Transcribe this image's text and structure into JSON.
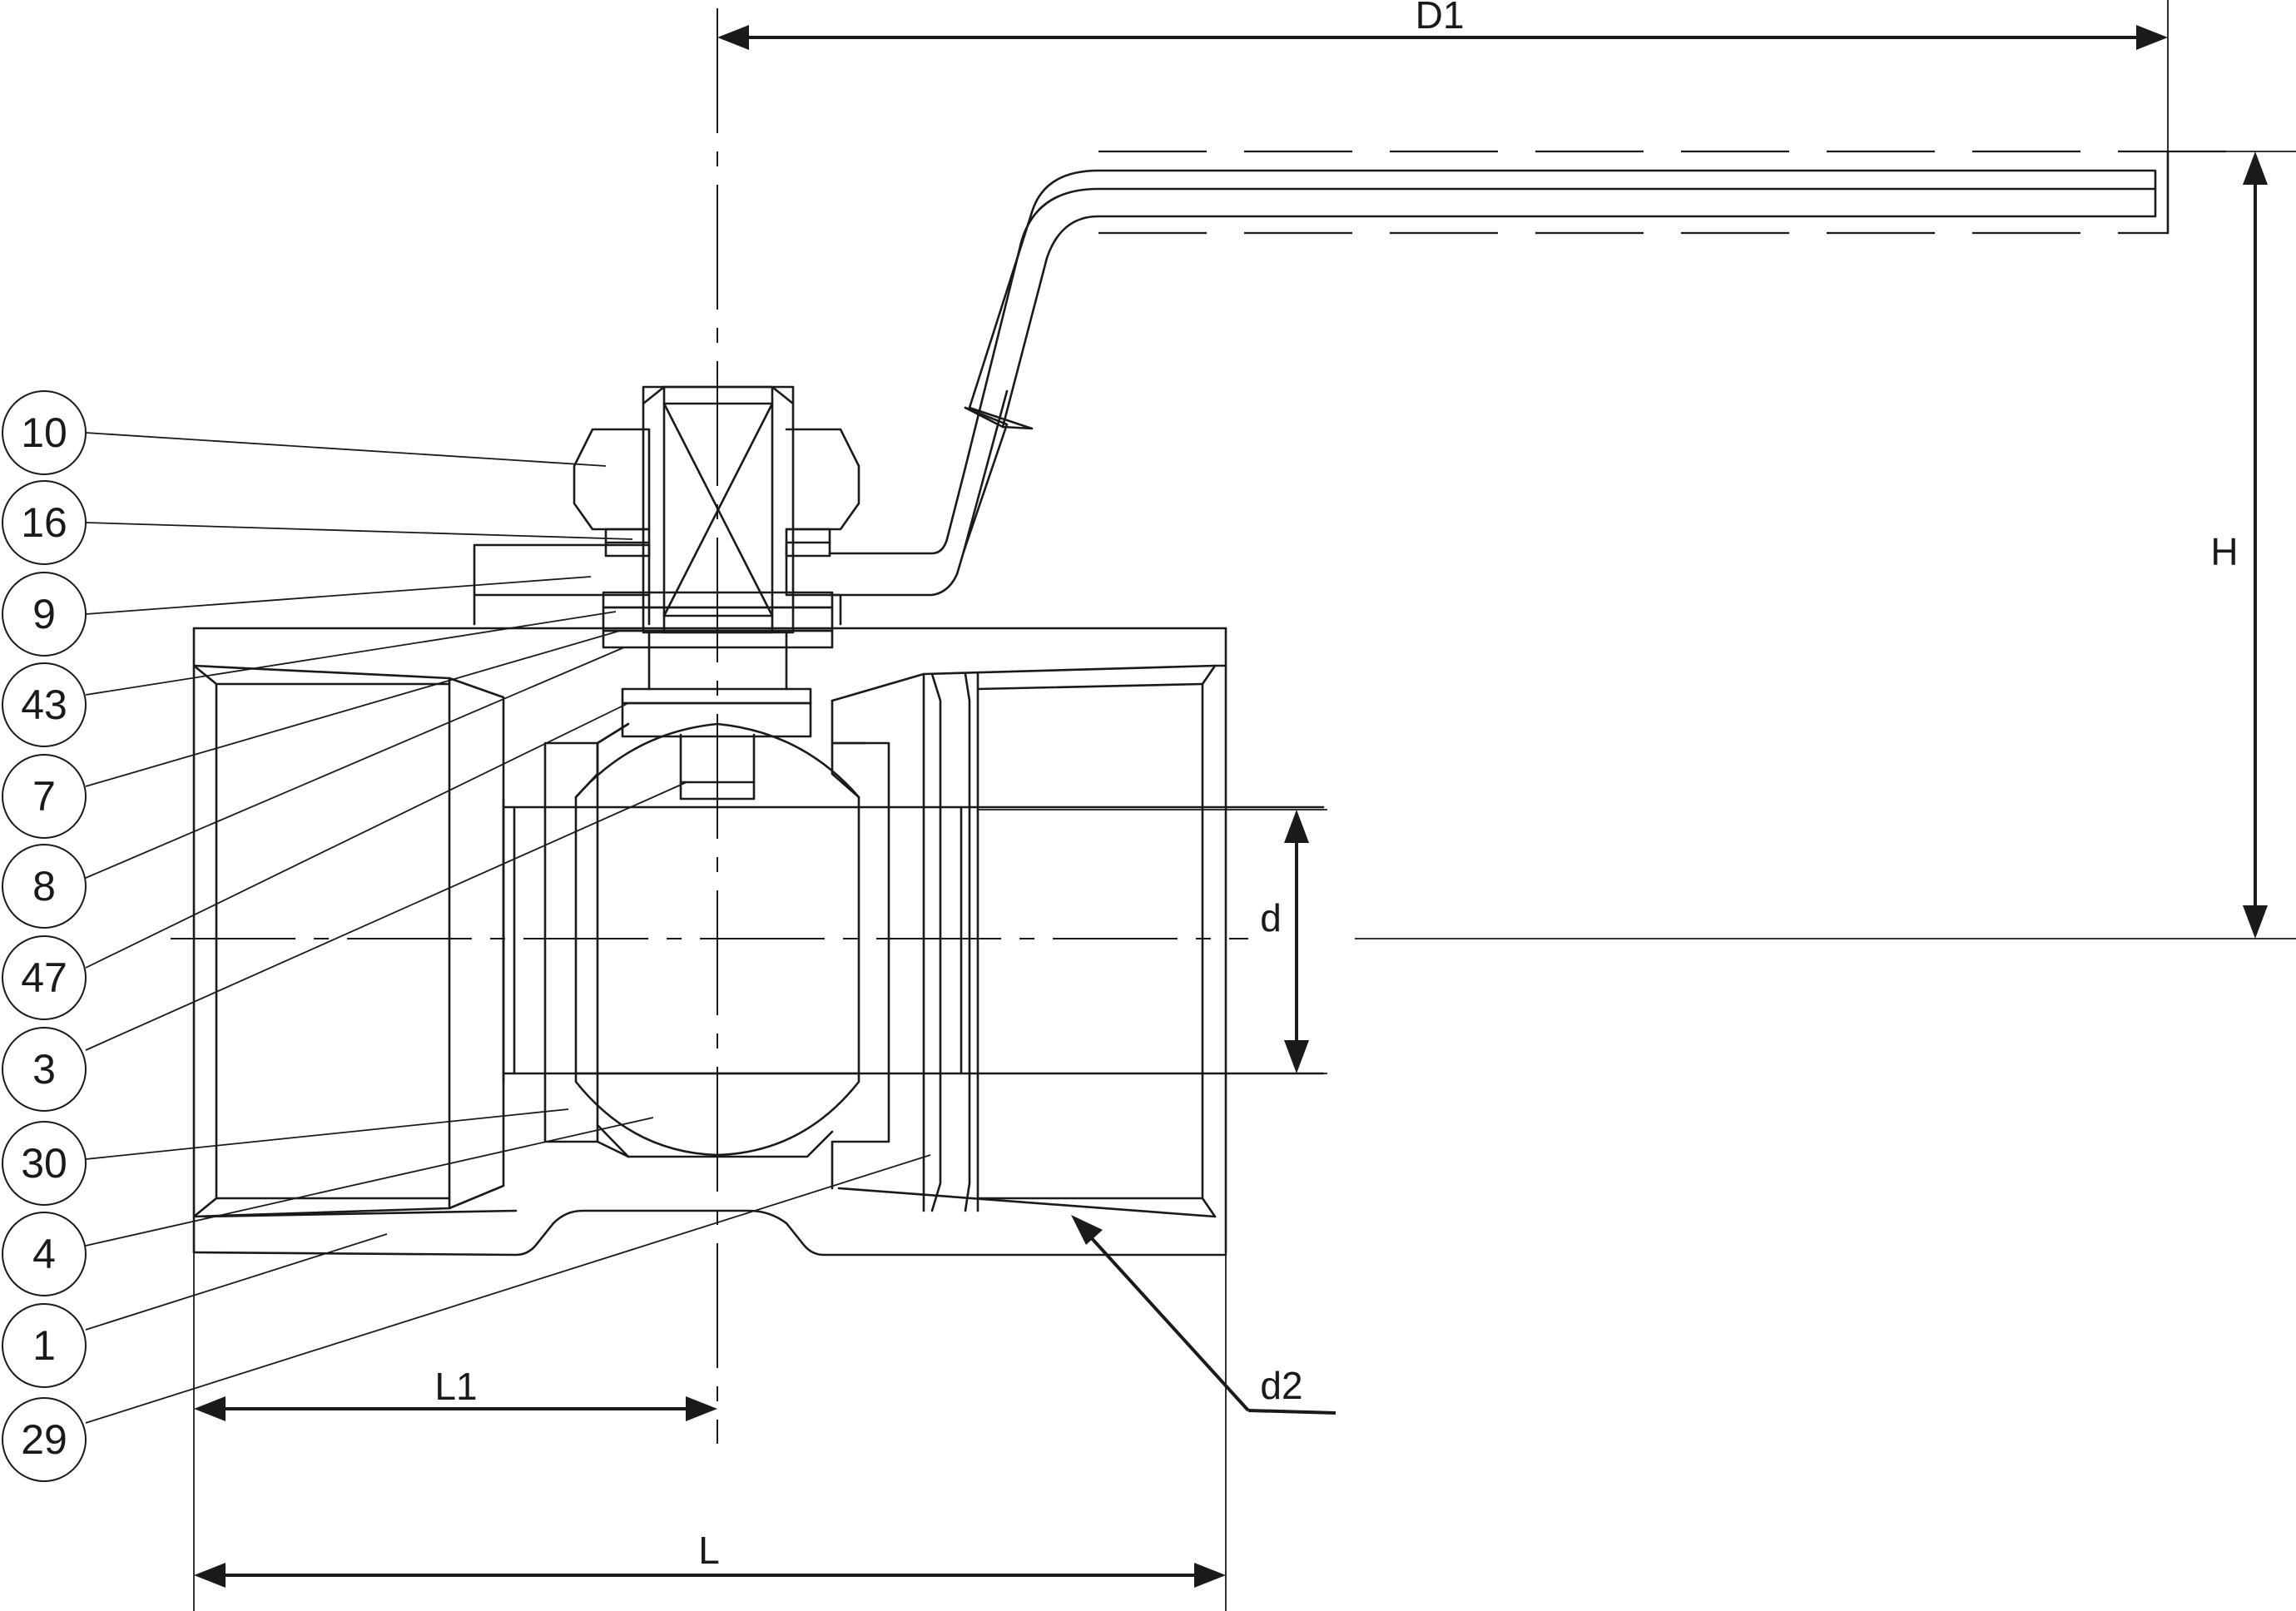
{
  "diagram": {
    "part_numbers": [
      "10",
      "16",
      "9",
      "43",
      "7",
      "8",
      "47",
      "3",
      "30",
      "4",
      "1",
      "29"
    ],
    "dimensions": {
      "d1": "D1",
      "h": "H",
      "d": "d",
      "d2": "d2",
      "l1": "L1",
      "l": "L"
    }
  }
}
